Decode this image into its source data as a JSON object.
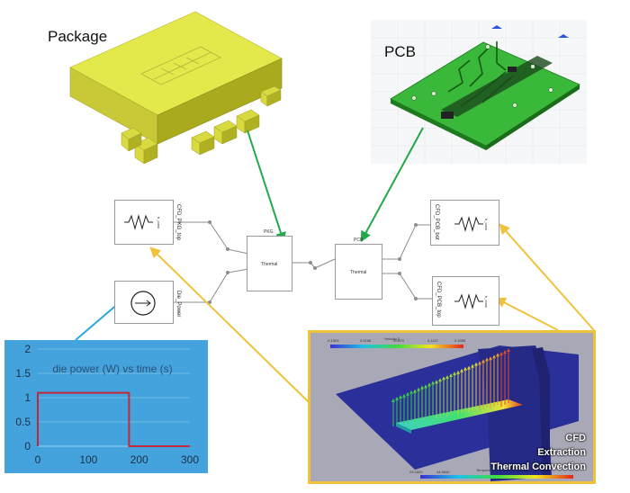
{
  "labels": {
    "package": "Package",
    "pcb": "PCB"
  },
  "blocks": {
    "pkg": {
      "caption": "PKG",
      "body": "Thermal"
    },
    "pcb": {
      "caption": "PCB",
      "body": "Thermal"
    },
    "cfd_pkg_top": {
      "label": "CFD_PKG_top",
      "glyph": "h_conv"
    },
    "die_power": {
      "label": "Die_Power"
    },
    "cfd_pcb_bot": {
      "label": "CFD_PCB_bot",
      "glyph": "h_conv"
    },
    "cfd_pcb_top": {
      "label": "CFD_PCB_top",
      "glyph": "h_conv"
    }
  },
  "cfd_panel": {
    "lines": [
      "CFD",
      "Extraction",
      "Thermal Convection"
    ],
    "colorbar_title": "Velocity Z",
    "colorbar_ticks": [
      "-0.1504",
      "0.0168",
      "0.0570",
      "0.1112",
      "0.1555"
    ],
    "bottom_bar_title": "Temperature",
    "bottom_bar_ticks": [
      "23.1820",
      "44.5640"
    ]
  },
  "colors": {
    "connector_green": "#22a94a",
    "connector_gold": "#f0c23c",
    "connector_blue": "#29a9e0",
    "chart_bg": "#44a3dc",
    "series": "#c0283c"
  },
  "chart_data": {
    "type": "line",
    "title": "die power (W) vs time (s)",
    "xlabel": "",
    "ylabel": "",
    "xlim": [
      0,
      300
    ],
    "ylim": [
      0,
      2
    ],
    "xticks": [
      0,
      100,
      200,
      300
    ],
    "yticks": [
      0,
      0.5,
      1,
      1.5,
      2
    ],
    "grid": true,
    "series": [
      {
        "x": [
          0,
          0,
          180,
          180,
          200,
          200,
          300
        ],
        "y": [
          0,
          1.1,
          1.1,
          0,
          0,
          0,
          0
        ]
      }
    ]
  }
}
